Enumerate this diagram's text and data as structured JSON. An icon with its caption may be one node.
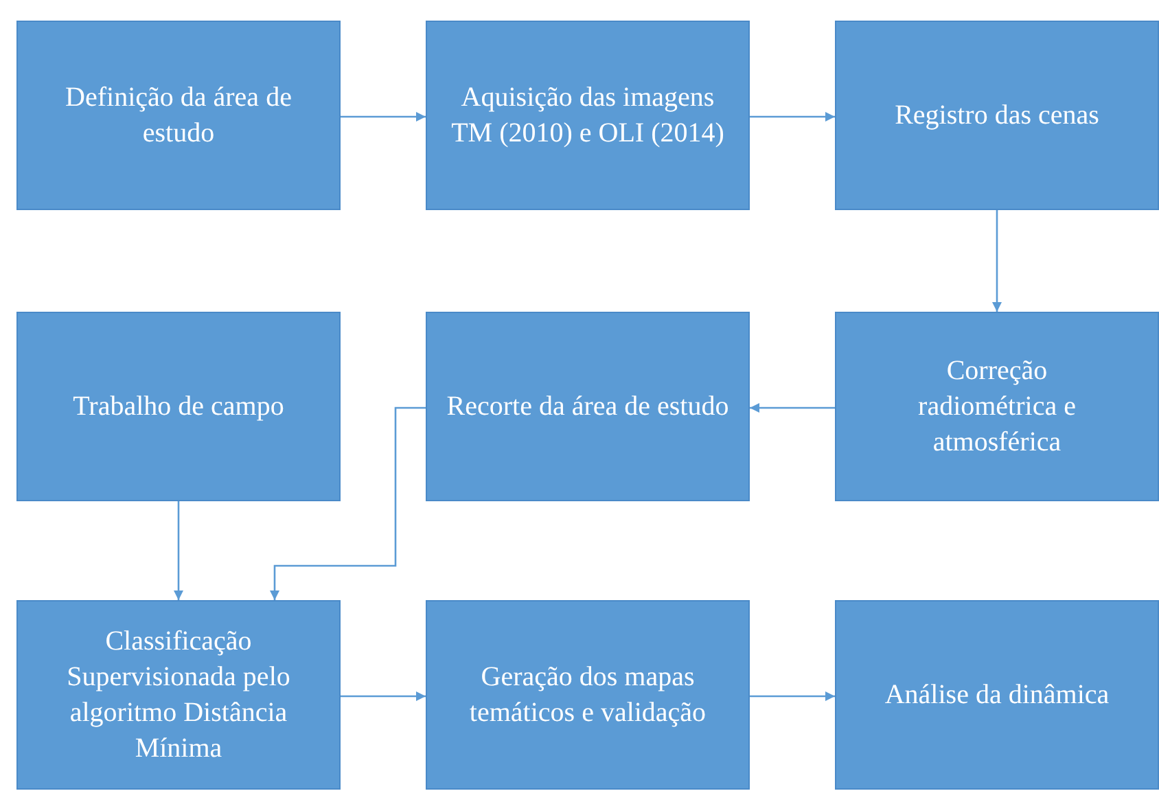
{
  "diagram": {
    "nodes": [
      {
        "text": [
          "Definição da área de estudo"
        ]
      },
      {
        "text": [
          "Aquisição das imagens TM (2010) e OLI (2014)"
        ]
      },
      {
        "text": [
          "Registro das cenas"
        ]
      },
      {
        "text": [
          "Trabalho de campo"
        ]
      },
      {
        "text": [
          "Recorte da área de estudo"
        ]
      },
      {
        "text": [
          "Correção radiométrica e atmosférica"
        ]
      },
      {
        "text": [
          "Classificação Supervisionada pelo algoritmo Distância Mínima"
        ]
      },
      {
        "text": [
          "Geração dos mapas temáticos e validação"
        ]
      },
      {
        "text": [
          "Análise da dinâmica"
        ]
      }
    ],
    "edges": [
      {
        "from": 0,
        "to": 1,
        "arrow": "to"
      },
      {
        "from": 1,
        "to": 2,
        "arrow": "to"
      },
      {
        "from": 2,
        "to": 5,
        "arrow": "to"
      },
      {
        "from": 5,
        "to": 4,
        "arrow": "to"
      },
      {
        "from": 3,
        "to": 6,
        "arrow": "to"
      },
      {
        "from": 4,
        "to": 6,
        "arrow": "to"
      },
      {
        "from": 6,
        "to": 7,
        "arrow": "to"
      },
      {
        "from": 7,
        "to": 8,
        "arrow": "to"
      }
    ]
  }
}
